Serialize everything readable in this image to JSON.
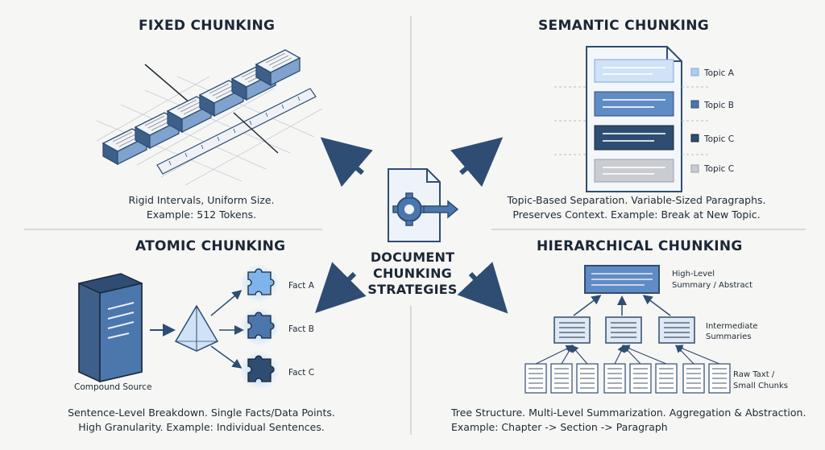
{
  "center": {
    "line1": "DOCUMENT",
    "line2": "CHUNKING",
    "line3": "STRATEGIES"
  },
  "fixed": {
    "title": "FIXED CHUNKING",
    "caption1": "Rigid Intervals, Uniform Size.",
    "caption2": "Example: 512 Tokens."
  },
  "semantic": {
    "title": "SEMANTIC CHUNKING",
    "topics": [
      "Topic A",
      "Topic B",
      "Topic C",
      "Topic C"
    ],
    "caption1": "Topic-Based Separation. Variable-Sized Paragraphs.",
    "caption2": "Preserves Context. Example: Break at New Topic."
  },
  "atomic": {
    "title": "ATOMIC CHUNKING",
    "source_label": "Compound Source",
    "facts": [
      "Fact A",
      "Fact B",
      "Fact C"
    ],
    "caption1": "Sentence-Level Breakdown. Single Facts/Data Points.",
    "caption2": "High Granularity. Example: Individual Sentences."
  },
  "hierarchical": {
    "title": "HIERARCHICAL CHUNKING",
    "top_label1": "High-Level",
    "top_label2": "Summary / Abstract",
    "mid_label1": "Intermediate",
    "mid_label2": "Summaries",
    "bottom_label1": "Raw Taxt /",
    "bottom_label2": "Small Chunks",
    "caption1": "Tree Structure. Multi-Level Summarization. Aggregation & Abstraction.",
    "caption2": "Example: Chapter -> Section -> Paragraph"
  },
  "colors": {
    "navy": "#2f4d72",
    "blue": "#4b77ad",
    "light_blue": "#a9c7e8",
    "gray": "#c9ccd1"
  }
}
